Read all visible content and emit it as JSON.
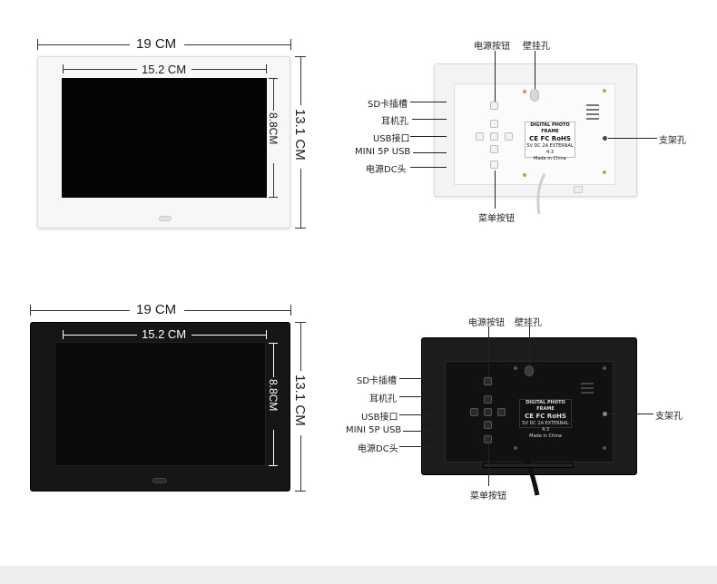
{
  "dimensions": {
    "width_label": "19 CM",
    "screen_width_label": "15.2 CM",
    "height_label": "13.1 CM",
    "screen_height_label": "8.8CM"
  },
  "back_labels": {
    "power_button": "电源按钮",
    "wall_hook": "壁挂孔",
    "sd_slot": "SD卡插槽",
    "earphone": "耳机孔",
    "usb_port": "USB接口",
    "mini_usb": "MINI 5P USB",
    "dc_jack": "电源DC头",
    "stand_hole": "支架孔",
    "menu_button": "菜单按钮"
  },
  "sticker": {
    "title": "DIGITAL PHOTO FRAME",
    "marks": "CE FC RoHS",
    "line1": "5V DC 2A",
    "line2": "EXTERNAL 4:3",
    "line3": "Made in China"
  },
  "colors": {
    "white_frame": "#f7f7f7",
    "black_frame": "#161616",
    "screen": "#050505"
  }
}
